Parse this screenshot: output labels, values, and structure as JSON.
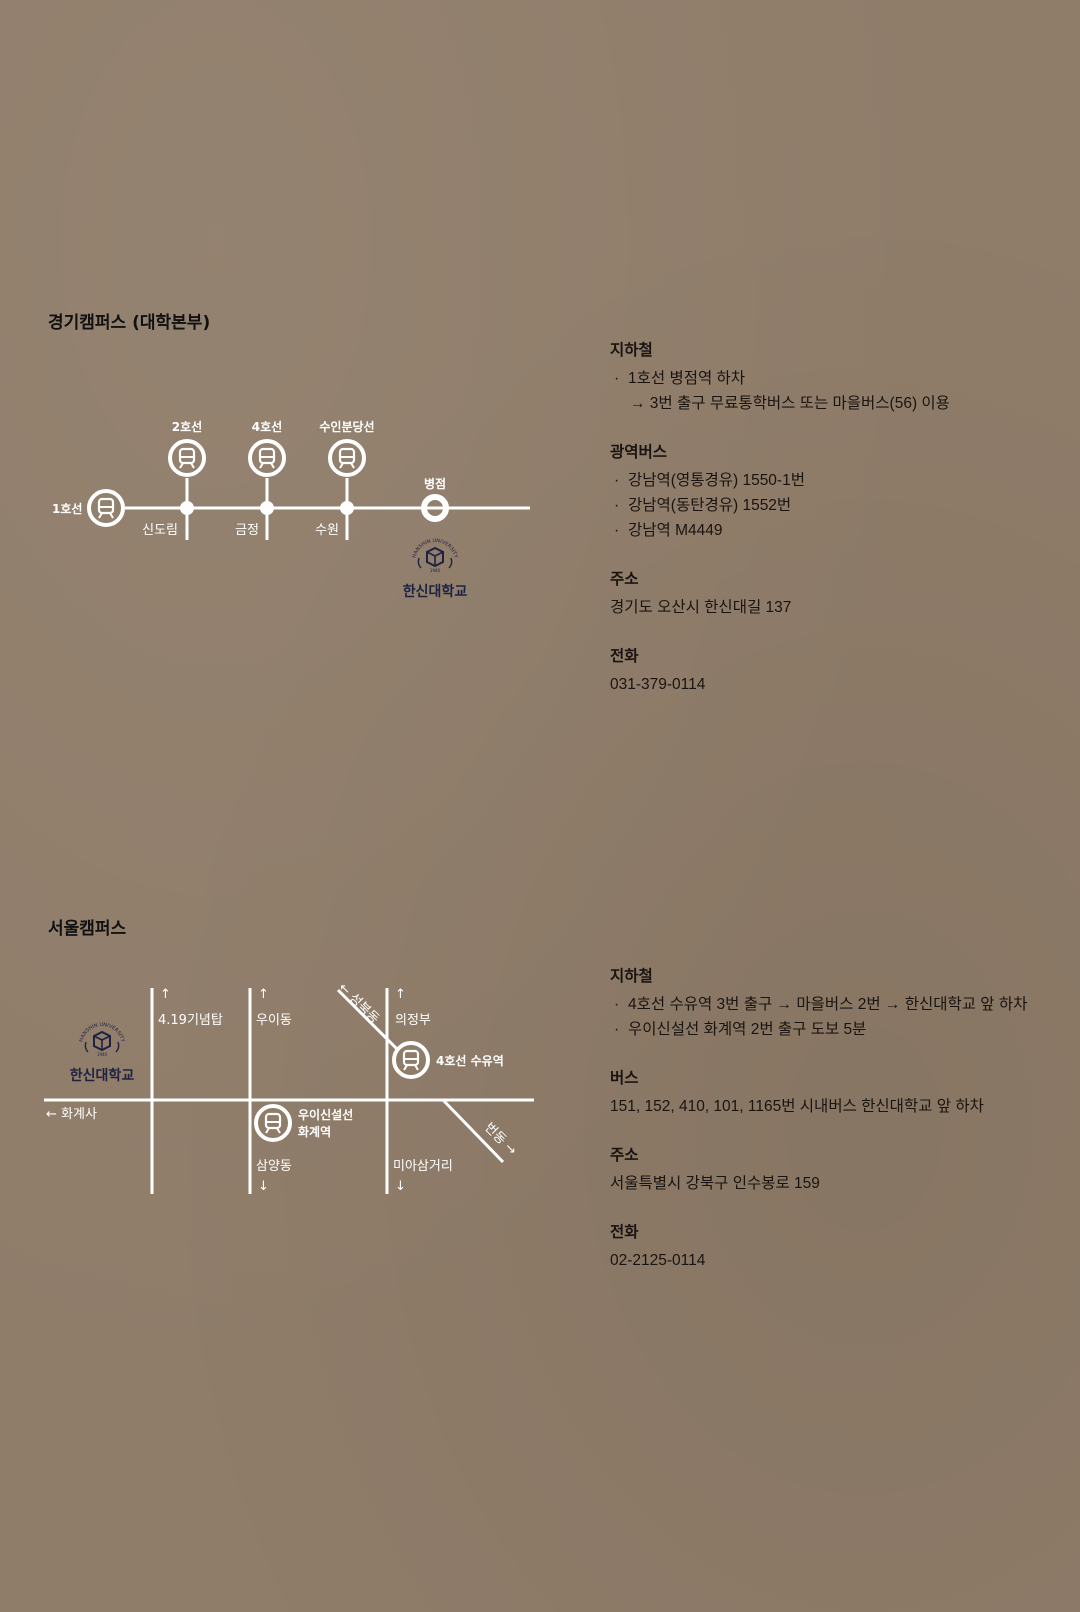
{
  "gyeonggi": {
    "title": "경기캠퍼스 (대학본부)",
    "map": {
      "line1": "1호선",
      "line2": "2호선",
      "line4": "4호선",
      "suin": "수인분당선",
      "station_byeongjeom": "병점",
      "station_sindorim": "신도림",
      "station_geumjeong": "금정",
      "station_suwon": "수원",
      "logo_text": "한신대학교",
      "logo_arc": "HANSHIN UNIVERSITY",
      "logo_year": "1940"
    },
    "subway": {
      "title": "지하철",
      "line1": "1호선 병점역 하차",
      "line2": "→ 3번 출구 무료통학버스 또는 마을버스(56) 이용"
    },
    "bus": {
      "title": "광역버스",
      "items": [
        "강남역(영통경유) 1550-1번",
        "강남역(동탄경유) 1552번",
        "강남역 M4449"
      ]
    },
    "address": {
      "title": "주소",
      "value": "경기도 오산시 한신대길 137"
    },
    "phone": {
      "title": "전화",
      "value": "031-379-0114"
    }
  },
  "seoul": {
    "title": "서울캠퍼스",
    "map": {
      "up_arrow": "↑",
      "down_arrow": "↓",
      "road_419": "4.19기념탑",
      "road_uidong": "우이동",
      "road_seongbukdong": "← 성북동",
      "road_uijeongbu": "의정부",
      "station_suyu": "4호선 수유역",
      "road_hwagyesa": "← 화계사",
      "station_ui_line": "우이신설선",
      "station_ui_name": "화계역",
      "road_samyangdong": "삼양동",
      "road_miasamgeori": "미아삼거리",
      "road_beondong": "번동 →",
      "logo_text": "한신대학교",
      "logo_arc": "HANSHIN UNIVERSITY",
      "logo_year": "1940"
    },
    "subway": {
      "title": "지하철",
      "items": [
        "4호선 수유역 3번 출구 → 마을버스 2번 → 한신대학교 앞 하차",
        "우이신설선 화계역 2번 출구 도보 5분"
      ]
    },
    "bus": {
      "title": "버스",
      "value": "151, 152, 410, 101, 1165번 시내버스 한신대학교 앞 하차"
    },
    "address": {
      "title": "주소",
      "value": "서울특별시 강북구 인수봉로 159"
    },
    "phone": {
      "title": "전화",
      "value": "02-2125-0114"
    }
  }
}
